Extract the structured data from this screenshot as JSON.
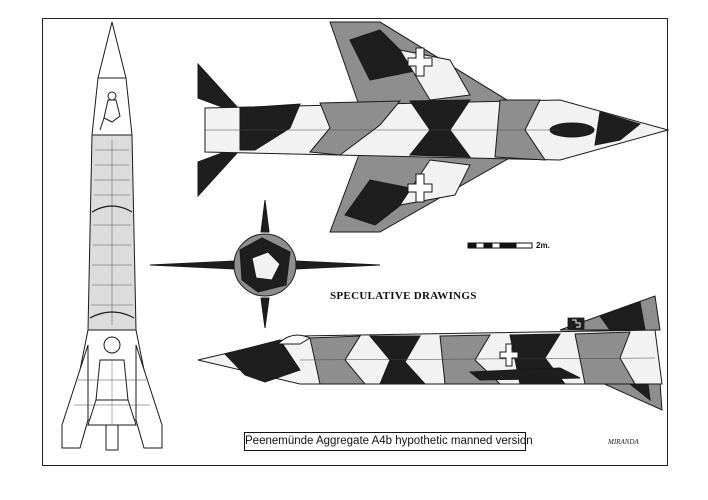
{
  "drawing": {
    "subtitle": "SPECULATIVE DRAWINGS",
    "caption": "Peenemünde Aggregate A4b hypothetic manned version",
    "scale_label": "2m.",
    "signature": "MIRANDA"
  },
  "colors": {
    "ink": "#1a1a1a",
    "camo_dark": "#1e1e1e",
    "camo_mid": "#8e8e8e",
    "camo_light": "#f2f2f2",
    "paper": "#ffffff"
  },
  "icons": {
    "cross_marking": "balkenkreuz-icon",
    "tail_marking": "tail-emblem-icon"
  }
}
